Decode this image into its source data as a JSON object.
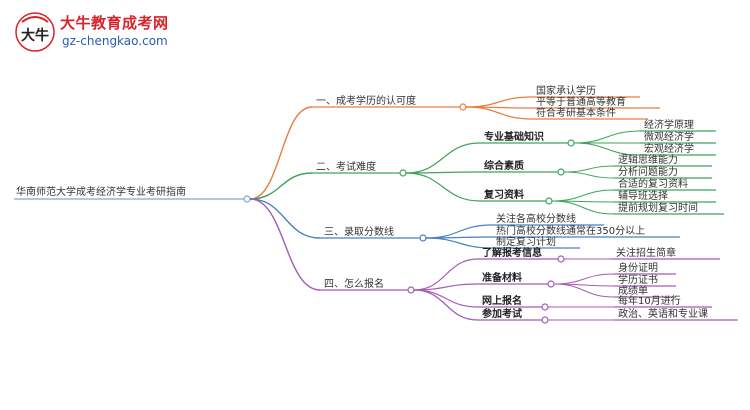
{
  "logo": {
    "brand": "大牛教育成考网",
    "domain": "gz-chengkao.com",
    "mark_char": "大牛"
  },
  "mindmap": {
    "root": "华南师范大学成考经济学专业考研指南",
    "branches": [
      {
        "label": "一、成考学历的认可度",
        "color": "#e87d3e",
        "children": [
          {
            "label": "国家承认学历"
          },
          {
            "label": "平等于普通高等教育"
          },
          {
            "label": "符合考研基本条件"
          }
        ]
      },
      {
        "label": "二、考试难度",
        "color": "#3fa35b",
        "children": [
          {
            "label": "专业基础知识",
            "bold": true,
            "children": [
              "经济学原理",
              "微观经济学",
              "宏观经济学"
            ]
          },
          {
            "label": "综合素质",
            "bold": true,
            "children": [
              "逻辑思维能力",
              "分析问题能力"
            ]
          },
          {
            "label": "复习资料",
            "bold": true,
            "children": [
              "合适的复习资料",
              "辅导班选择",
              "提前规划复习时间"
            ]
          }
        ]
      },
      {
        "label": "三、录取分数线",
        "color": "#4a7fc1",
        "children": [
          {
            "label": "关注各高校分数线"
          },
          {
            "label": "热门高校分数线通常在350分以上"
          },
          {
            "label": "制定复习计划"
          }
        ]
      },
      {
        "label": "四、怎么报名",
        "color": "#a45bb5",
        "children": [
          {
            "label": "了解报考信息",
            "bold": true,
            "children": [
              "关注招生简章"
            ]
          },
          {
            "label": "准备材料",
            "bold": true,
            "children": [
              "身份证明",
              "学历证书",
              "成绩单"
            ]
          },
          {
            "label": "网上报名",
            "bold": true,
            "children": [
              "每年10月进行"
            ]
          },
          {
            "label": "参加考试",
            "bold": true,
            "children": [
              "政治、英语和专业课"
            ]
          }
        ]
      }
    ]
  }
}
